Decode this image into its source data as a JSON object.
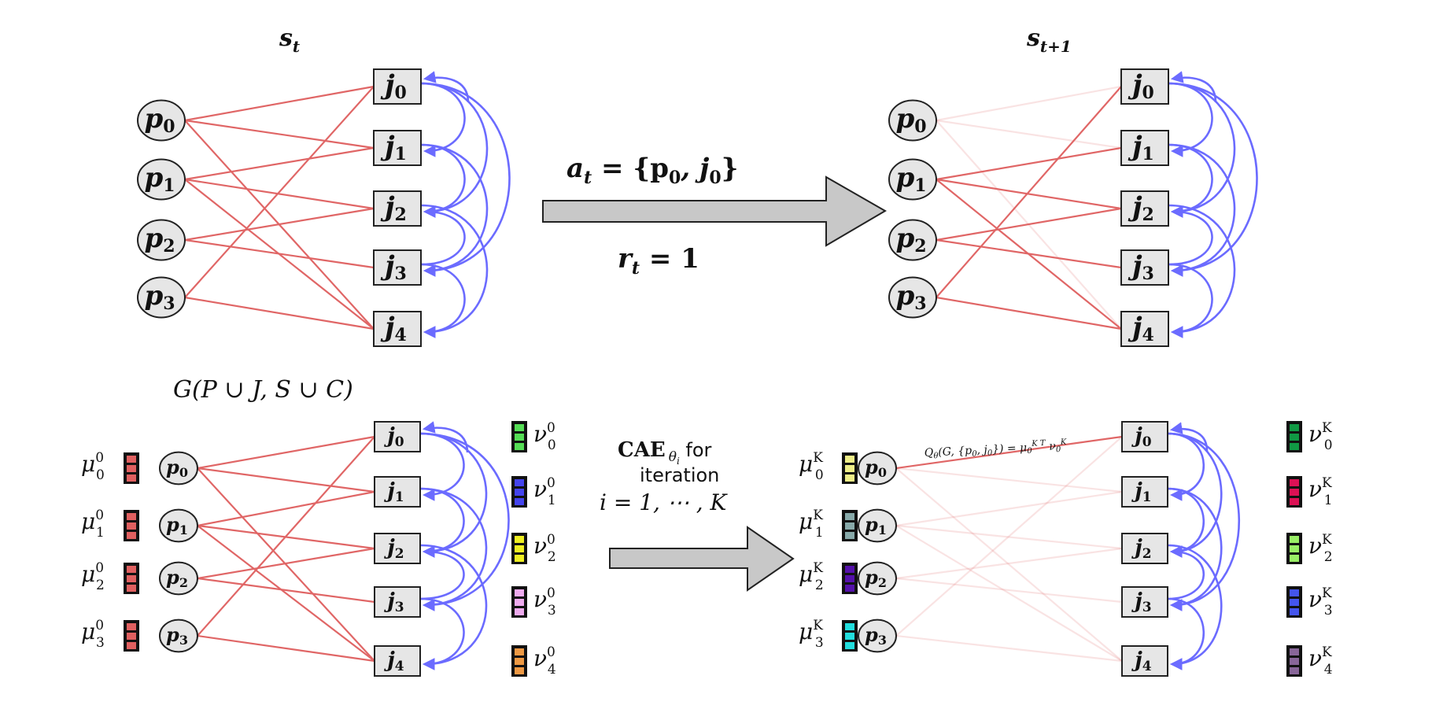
{
  "top": {
    "left_title_main": "s",
    "left_title_sub": "t",
    "right_title_main": "s",
    "right_title_sub": "t+1",
    "action_label_main": "a",
    "action_label_sub": "t",
    "action_label_rest": " = {p",
    "action_p_sub": "0",
    "action_comma": ", j",
    "action_j_sub": "0",
    "action_close": "}",
    "reward_main": "r",
    "reward_sub": "t",
    "reward_rest": " = 1"
  },
  "bottom": {
    "graph_title": "G(P ∪ J, S ∪ C)",
    "cae_bold": "CAE",
    "cae_sub": "θ",
    "cae_subsub": "i",
    "cae_for": " for",
    "cae_iteration": "iteration",
    "cae_range": "i = 1, ⋯ , K",
    "q_equation": "Q",
    "q_sub": "θ",
    "q_rest": "(G, {p",
    "q_p_sub": "0",
    "q_j": ", j",
    "q_j_sub": "0",
    "q_eq": "}) = μ",
    "q_mu_sub": "0",
    "q_mu_sup": "K T",
    "q_nu": " ν",
    "q_nu_sub": "0",
    "q_nu_sup": "K"
  },
  "nodes": {
    "p": [
      "p",
      "p",
      "p",
      "p"
    ],
    "p_sub": [
      "0",
      "1",
      "2",
      "3"
    ],
    "j": [
      "j",
      "j",
      "j",
      "j",
      "j"
    ],
    "j_sub": [
      "0",
      "1",
      "2",
      "3",
      "4"
    ]
  },
  "embeddings": {
    "mu_left_sup": "0",
    "nu_left_sup": "0",
    "mu_right_sup": "K",
    "nu_right_sup": "K",
    "mu_symbol": "μ",
    "nu_symbol": "ν",
    "mu_left_colors": [
      "#e06060",
      "#e06060",
      "#e06060",
      "#e06060"
    ],
    "nu_left_colors": [
      "#55dd55",
      "#4444ee",
      "#eeee22",
      "#eeaaee",
      "#ee9944"
    ],
    "mu_right_colors": [
      "#eeee88",
      "#88aaaa",
      "#5511aa",
      "#22dddd"
    ],
    "nu_right_colors": [
      "#119944",
      "#dd1155",
      "#99ee66",
      "#4455ee",
      "#886699"
    ]
  },
  "colors": {
    "edge_red": "#e06666",
    "edge_blue": "#6b6bff",
    "node_fill": "#e6e6e6"
  }
}
